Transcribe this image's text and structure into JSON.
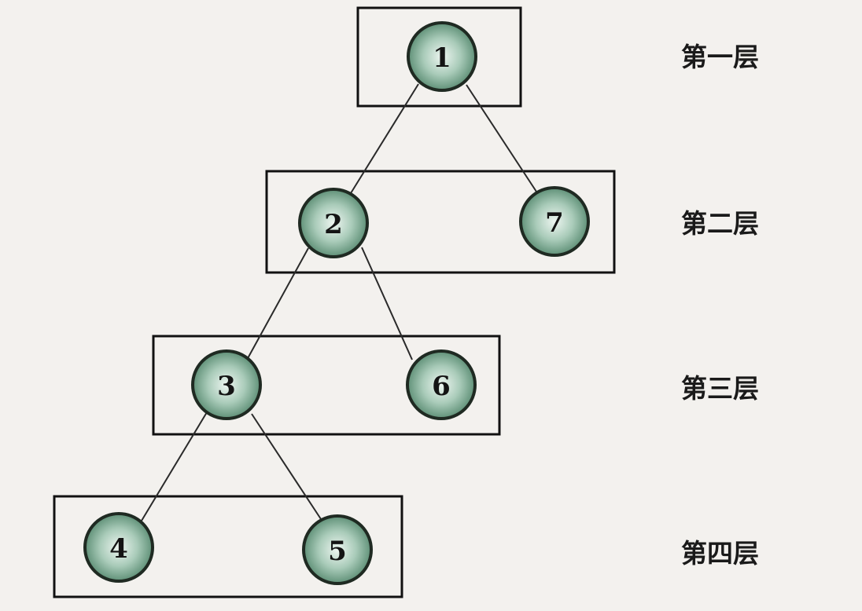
{
  "diagram": {
    "levels": [
      {
        "id": "L1",
        "label": "第一层"
      },
      {
        "id": "L2",
        "label": "第二层"
      },
      {
        "id": "L3",
        "label": "第三层"
      },
      {
        "id": "L4",
        "label": "第四层"
      }
    ],
    "nodes": [
      {
        "id": "n1",
        "label": "1",
        "level": "L1"
      },
      {
        "id": "n2",
        "label": "2",
        "level": "L2"
      },
      {
        "id": "n7",
        "label": "7",
        "level": "L2"
      },
      {
        "id": "n3",
        "label": "3",
        "level": "L3"
      },
      {
        "id": "n6",
        "label": "6",
        "level": "L3"
      },
      {
        "id": "n4",
        "label": "4",
        "level": "L4"
      },
      {
        "id": "n5",
        "label": "5",
        "level": "L4"
      }
    ],
    "edges": [
      {
        "from": "n1",
        "to": "n2"
      },
      {
        "from": "n1",
        "to": "n7"
      },
      {
        "from": "n2",
        "to": "n3"
      },
      {
        "from": "n2",
        "to": "n6"
      },
      {
        "from": "n3",
        "to": "n4"
      },
      {
        "from": "n3",
        "to": "n5"
      }
    ],
    "colors": {
      "node_fill_center": "#eef6f1",
      "node_fill_mid": "#a9cbb9",
      "node_fill_edge": "#5f9077",
      "node_stroke": "#1f2a22",
      "line": "#2a2a2a",
      "frame": "#111111"
    }
  }
}
